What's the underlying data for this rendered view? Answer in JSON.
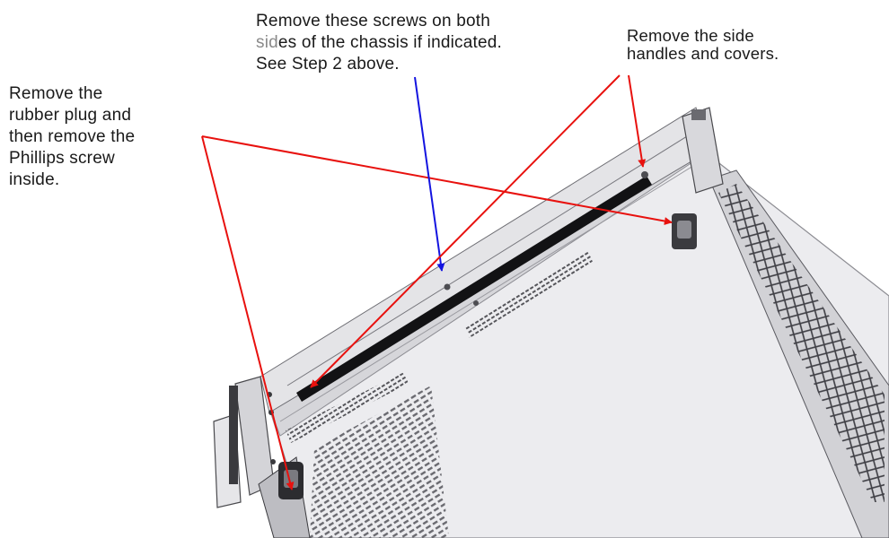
{
  "callouts": {
    "rubber_plug": {
      "lines": [
        "Remove the",
        "rubber plug and",
        "then remove the",
        "Phillips screw",
        "inside."
      ]
    },
    "chassis_screws": {
      "line1": "Remove these screws on both",
      "line2_muted": "sid",
      "line2_rest": "es of the chassis if indicated.",
      "line3": "See Step 2 above."
    },
    "side_handles": {
      "lines": [
        "Remove the side",
        "handles and covers."
      ]
    }
  },
  "colors": {
    "arrow_red": "#e8110e",
    "arrow_blue": "#1414e0",
    "chassis_light": "#eeeef0",
    "chassis_mid": "#c9c9cc",
    "chassis_dark": "#4a4a4e",
    "vent_slot": "#6a6a70"
  }
}
